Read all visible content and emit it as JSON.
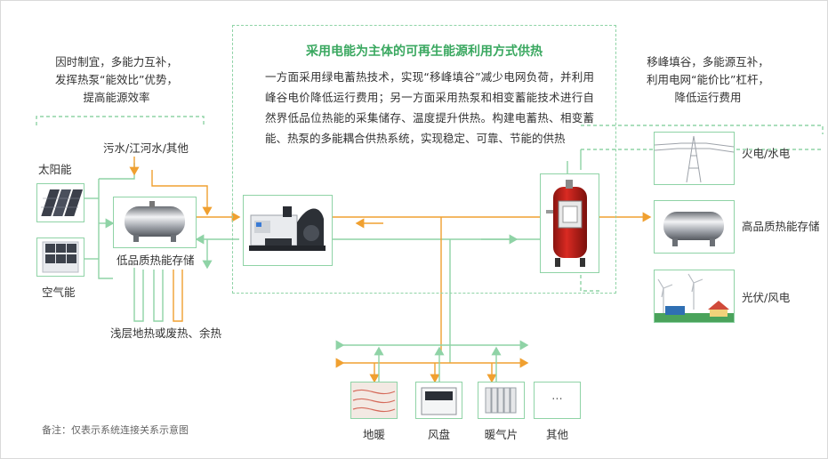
{
  "colors": {
    "green_line": "#8fd3a6",
    "orange_line": "#f0a030",
    "title_green": "#3aa860"
  },
  "left_caption": [
    "因时制宜，多能力互补，",
    "发挥热泵“能效比”优势，",
    "提高能源效率"
  ],
  "right_caption": [
    "移峰填谷，多能源互补，",
    "利用电网“能价比”杠杆，",
    "降低运行费用"
  ],
  "center": {
    "title": "采用电能为主体的可再生能源利用方式供热",
    "body": "一方面采用绿电蓄热技术，实现“移峰填谷”减少电网负荷，并利用峰谷电价降低运行费用；另一方面采用热泵和相变蓄能技术进行自然界低品位热能的采集储存、温度提升供热。构建电蓄热、相变蓄能、热泵的多能耦合供热系统，实现稳定、可靠、节能的供热"
  },
  "labels": {
    "solar": "太阳能",
    "air": "空气能",
    "sewage": "污水/江河水/其他",
    "low_grade_storage": "低品质热能存储",
    "shallow_geo": "浅层地热或废热、余热",
    "thermal_hydro": "火电/水电",
    "high_grade_storage": "高品质热能存储",
    "pv_wind": "光伏/风电"
  },
  "terminals": [
    "地暖",
    "风盘",
    "暖气片",
    "其他"
  ],
  "other_symbol": "···",
  "note": "备注：仅表示系统连接关系示意图",
  "icons": [
    "solar-panel-icon",
    "air-unit-icon",
    "tank-icon",
    "heat-pump-icon",
    "electric-boiler-icon",
    "power-tower-icon",
    "wind-solar-icon",
    "floor-heating-icon",
    "fan-coil-icon",
    "radiator-icon"
  ]
}
